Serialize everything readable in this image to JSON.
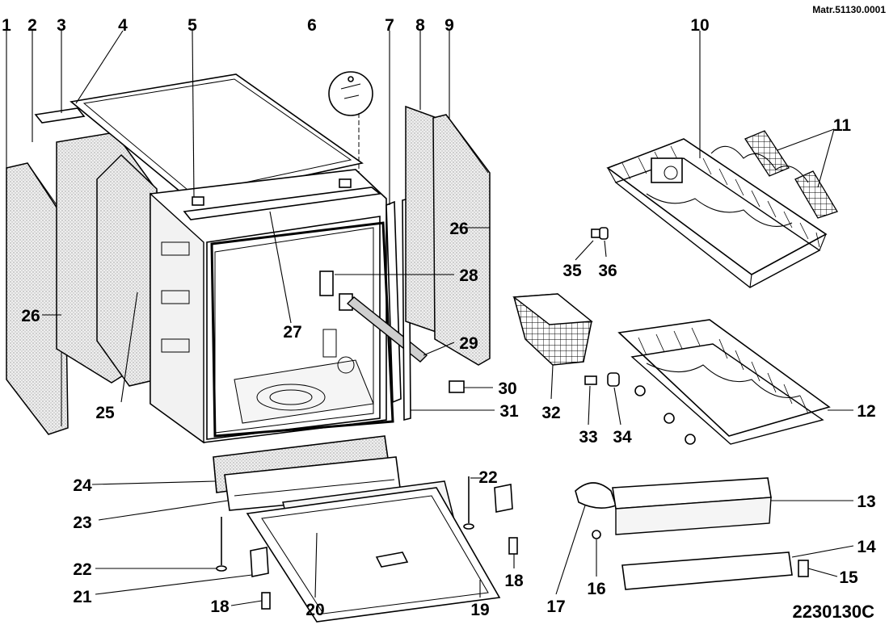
{
  "header": {
    "matr": "Matr.51130.0001",
    "code": "2230130C"
  },
  "callouts": [
    "1",
    "2",
    "3",
    "4",
    "5",
    "6",
    "7",
    "8",
    "9",
    "10",
    "11",
    "12",
    "13",
    "14",
    "15",
    "16",
    "17",
    "18",
    "18",
    "19",
    "20",
    "21",
    "22",
    "22",
    "23",
    "24",
    "25",
    "26",
    "26",
    "27",
    "28",
    "29",
    "30",
    "31",
    "32",
    "33",
    "34",
    "35",
    "36"
  ]
}
